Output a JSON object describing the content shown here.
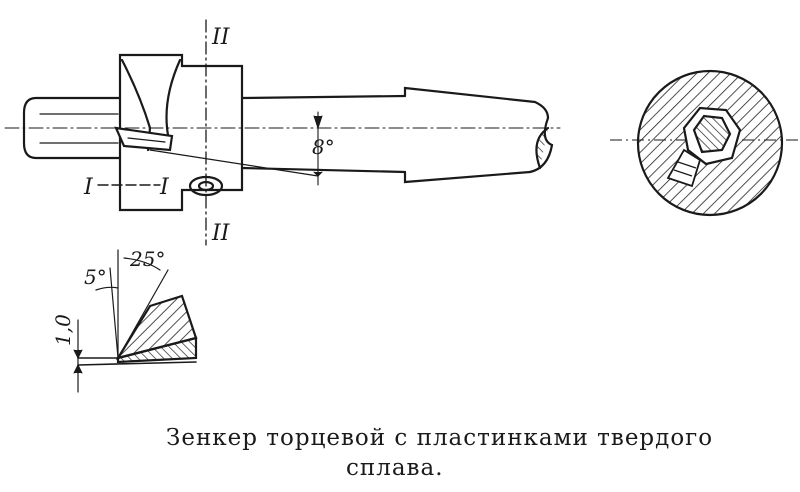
{
  "labels": {
    "section_top": "II",
    "section_bottom": "II",
    "section_left": "I",
    "section_right": "I",
    "angle_taper": "8°",
    "angle_front": "5°",
    "angle_back": "25°",
    "edge_height": "1,0"
  },
  "caption": {
    "line1": "Зенкер торцевой с пластинками твердого",
    "line2": "сплава."
  }
}
